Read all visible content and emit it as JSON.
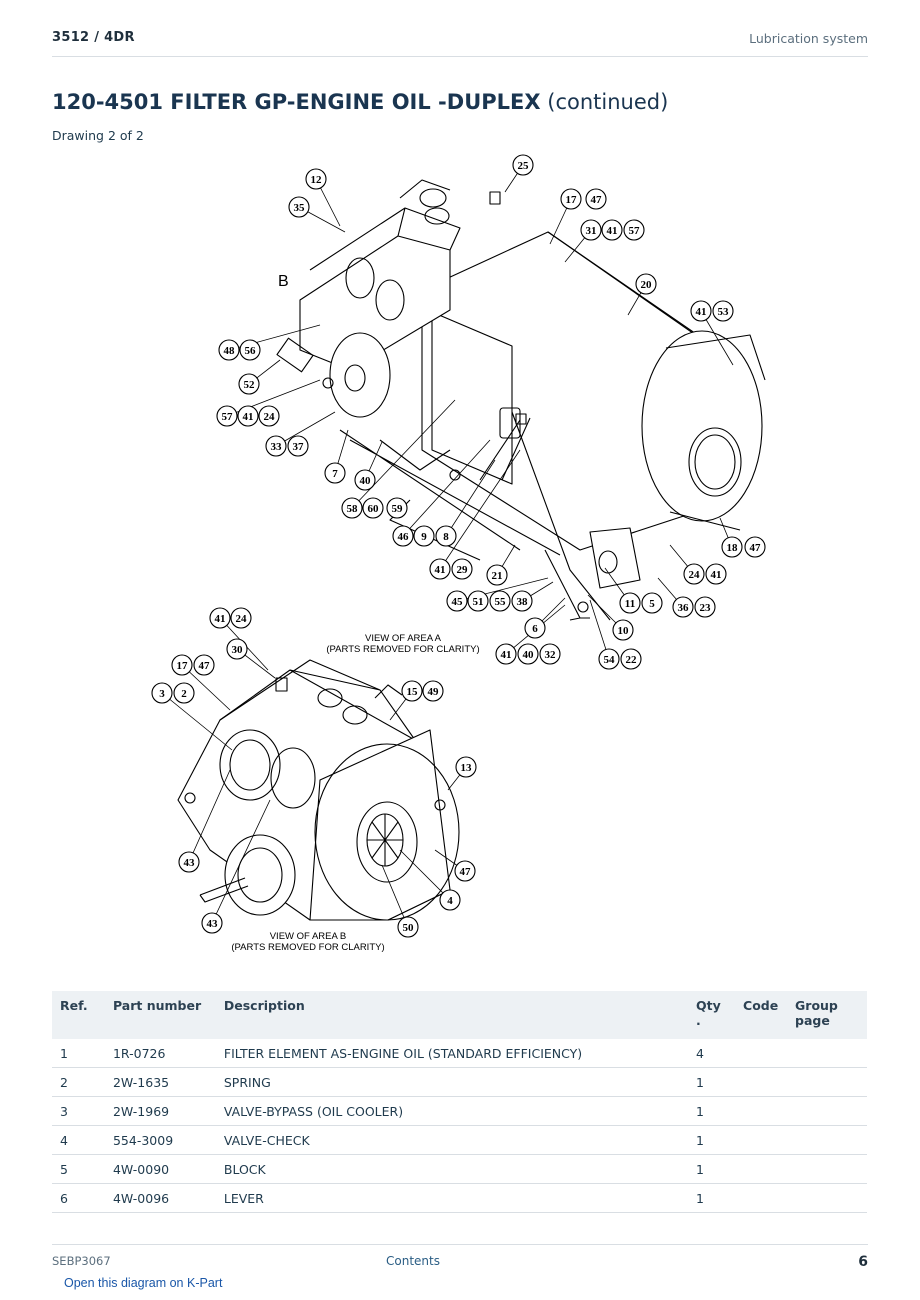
{
  "header": {
    "model": "3512  /  4DR",
    "section": "Lubrication system"
  },
  "title": {
    "part_title": "120-4501 FILTER GP-ENGINE OIL -DUPLEX",
    "suffix": "(continued)"
  },
  "drawing_note": "Drawing 2 of 2",
  "diagram": {
    "letter_b": "B",
    "view_a_line1": "VIEW OF AREA A",
    "view_a_line2": "(PARTS REMOVED FOR CLARITY)",
    "view_b_line1": "VIEW OF AREA B",
    "view_b_line2": "(PARTS REMOVED FOR CLARITY)",
    "callouts": [
      "25",
      "12",
      "17",
      "47",
      "35",
      "31",
      "41",
      "57",
      "20",
      "41",
      "53",
      "48",
      "56",
      "52",
      "57",
      "41",
      "24",
      "33",
      "37",
      "7",
      "40",
      "58",
      "60",
      "59",
      "46",
      "9",
      "8",
      "18",
      "47",
      "24",
      "41",
      "41",
      "29",
      "21",
      "45",
      "51",
      "55",
      "38",
      "11",
      "5",
      "36",
      "23",
      "6",
      "10",
      "41",
      "40",
      "32",
      "54",
      "22",
      "41",
      "24",
      "30",
      "17",
      "47",
      "3",
      "2",
      "15",
      "49",
      "13",
      "43",
      "47",
      "4",
      "43",
      "50"
    ]
  },
  "table": {
    "headers": {
      "ref": "Ref.",
      "part_number": "Part number",
      "description": "Description",
      "qty": "Qty\n.",
      "code": "Code",
      "group_page": "Group page"
    },
    "rows": [
      {
        "ref": "1",
        "part_number": "1R-0726",
        "description": "FILTER ELEMENT AS-ENGINE OIL (STANDARD EFFICIENCY)",
        "qty": "4",
        "code": "",
        "group_page": ""
      },
      {
        "ref": "2",
        "part_number": "2W-1635",
        "description": "SPRING",
        "qty": "1",
        "code": "",
        "group_page": ""
      },
      {
        "ref": "3",
        "part_number": "2W-1969",
        "description": "VALVE-BYPASS (OIL COOLER)",
        "qty": "1",
        "code": "",
        "group_page": ""
      },
      {
        "ref": "4",
        "part_number": "554-3009",
        "description": "VALVE-CHECK",
        "qty": "1",
        "code": "",
        "group_page": ""
      },
      {
        "ref": "5",
        "part_number": "4W-0090",
        "description": "BLOCK",
        "qty": "1",
        "code": "",
        "group_page": ""
      },
      {
        "ref": "6",
        "part_number": "4W-0096",
        "description": "LEVER",
        "qty": "1",
        "code": "",
        "group_page": ""
      }
    ]
  },
  "footer": {
    "doc_id": "SEBP3067",
    "contents": "Contents",
    "page": "6",
    "kpart_link": "Open this diagram on K-Part"
  }
}
